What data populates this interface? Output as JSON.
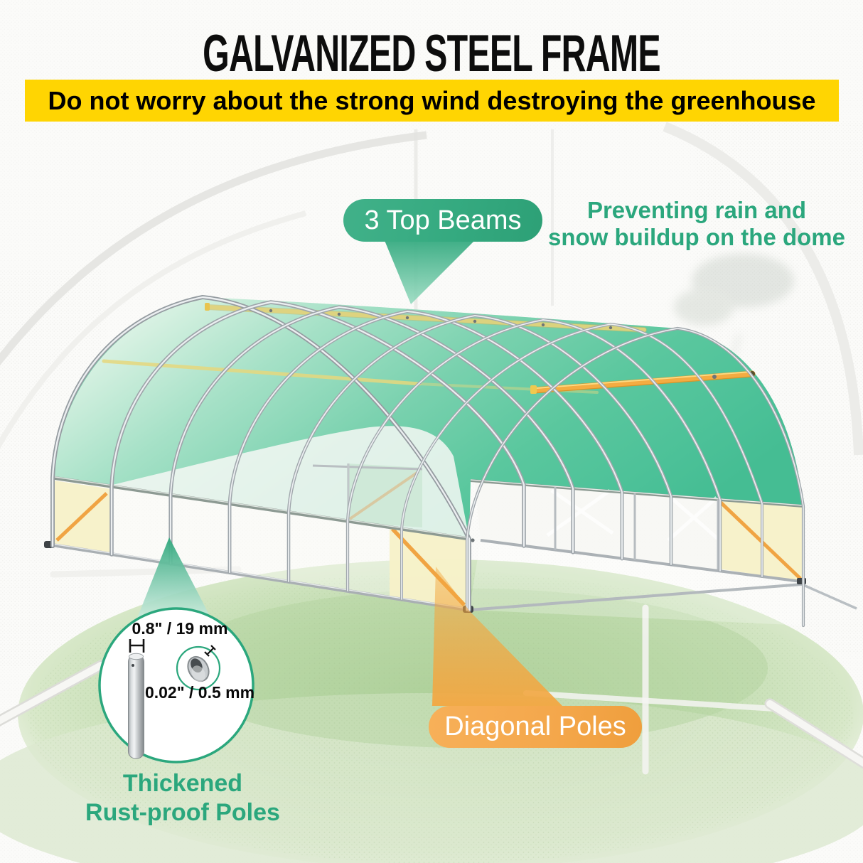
{
  "title": "GALVANIZED STEEL FRAME",
  "banner": {
    "text": "Do not worry about the strong wind destroying the greenhouse"
  },
  "callouts": {
    "top_beams": {
      "label": "3 Top Beams"
    },
    "rain": {
      "line1": "Preventing rain and",
      "line2": "snow buildup on the dome"
    },
    "diagonal": {
      "label": "Diagonal Poles"
    },
    "poles": {
      "line1": "Thickened",
      "line2": "Rust-proof Poles"
    }
  },
  "inset": {
    "outer_dimension": "0.8\" / 19 mm",
    "wall_thickness": "0.02\" / 0.5 mm"
  },
  "colors": {
    "teal": "#2BA77D",
    "teal-badge": "#35AA80",
    "orange": "#F4A74B",
    "banner-yellow": "#FFD502",
    "cover-green": "#4CC198",
    "frame-gray": "#A9AFB3",
    "rail-dark": "#8D9A93",
    "panel-cream": "#F7F1C8",
    "diagonal-orange": "#F0A443",
    "grass-green": "#BFDBAD",
    "text-black": "#111111"
  }
}
